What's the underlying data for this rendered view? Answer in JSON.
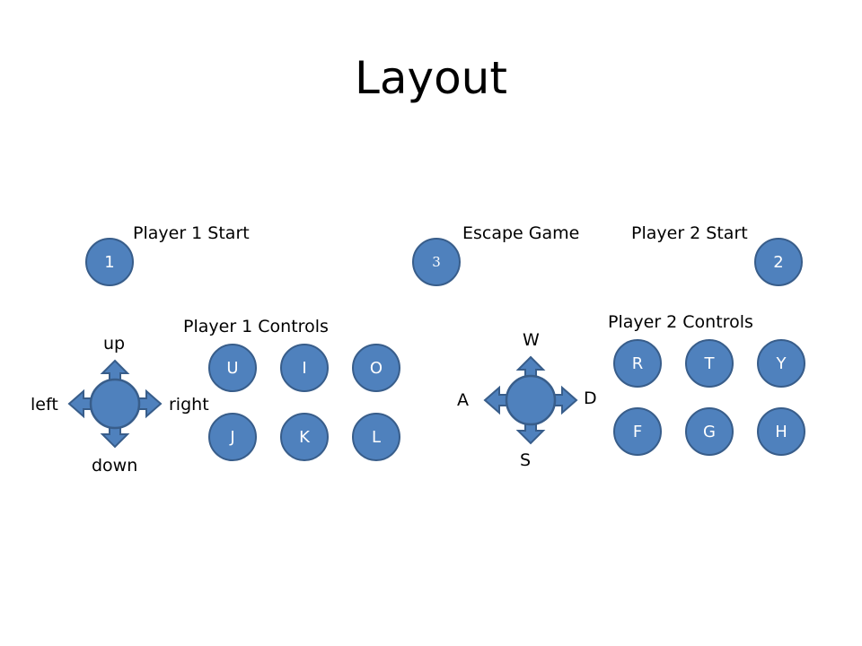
{
  "title": "Layout",
  "colors": {
    "button_fill": "#4f81bd",
    "button_border": "#385d8a",
    "button_text": "#ffffff"
  },
  "labels": {
    "player1_start": "Player 1 Start",
    "escape_game": "Escape Game",
    "player2_start": "Player 2 Start",
    "player1_controls": "Player 1 Controls",
    "player2_controls": "Player 2 Controls"
  },
  "buttons": {
    "start1": "1",
    "escape": "3",
    "start2": "2",
    "player1": [
      "U",
      "I",
      "O",
      "J",
      "K",
      "L"
    ],
    "player2": [
      "R",
      "T",
      "Y",
      "F",
      "G",
      "H"
    ]
  },
  "dpad1": {
    "up": "up",
    "down": "down",
    "left": "left",
    "right": "right"
  },
  "dpad2": {
    "up": "W",
    "down": "S",
    "left": "A",
    "right": "D"
  }
}
